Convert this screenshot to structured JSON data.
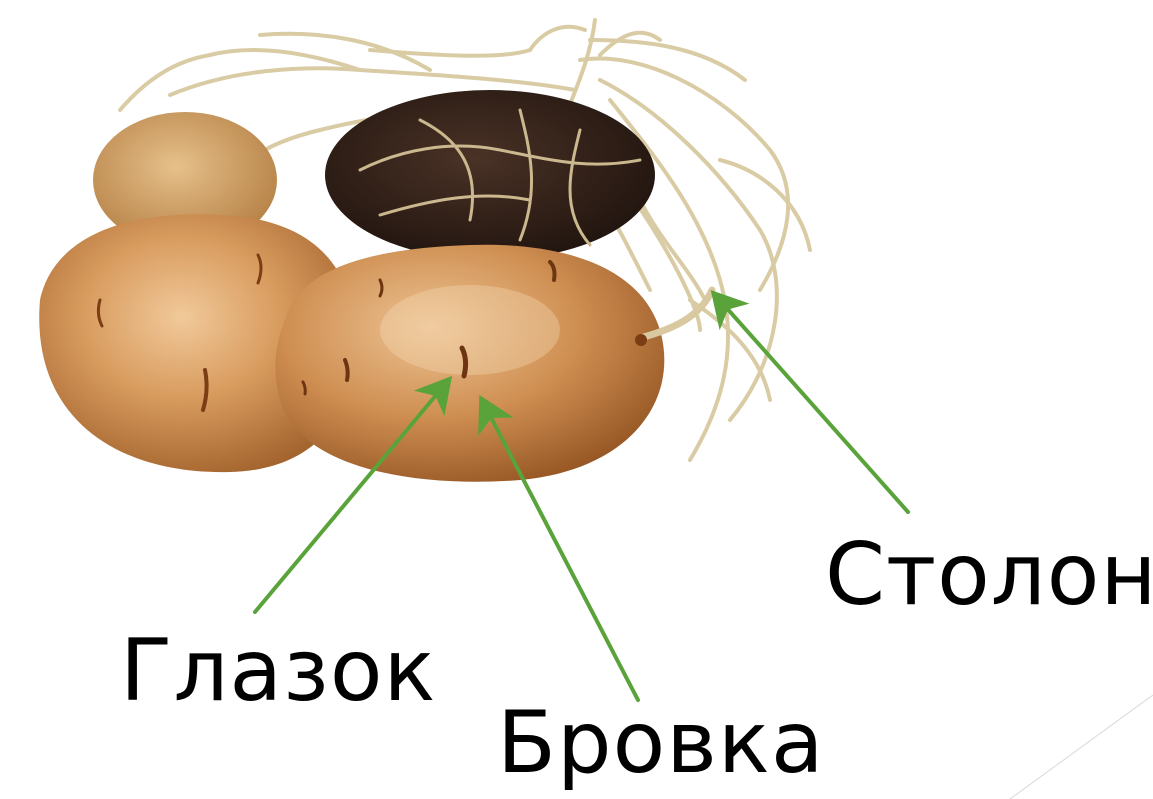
{
  "labels": {
    "eye": "Глазок",
    "brow": "Бровка",
    "stolon": "Столон"
  },
  "colors": {
    "arrow": "#5aa33a",
    "tuber": "#c58a4c",
    "dark_tuber": "#2a1a14",
    "root": "#d8c9a0"
  },
  "icons": [
    "potato-tuber-illustration",
    "arrow-icon"
  ]
}
